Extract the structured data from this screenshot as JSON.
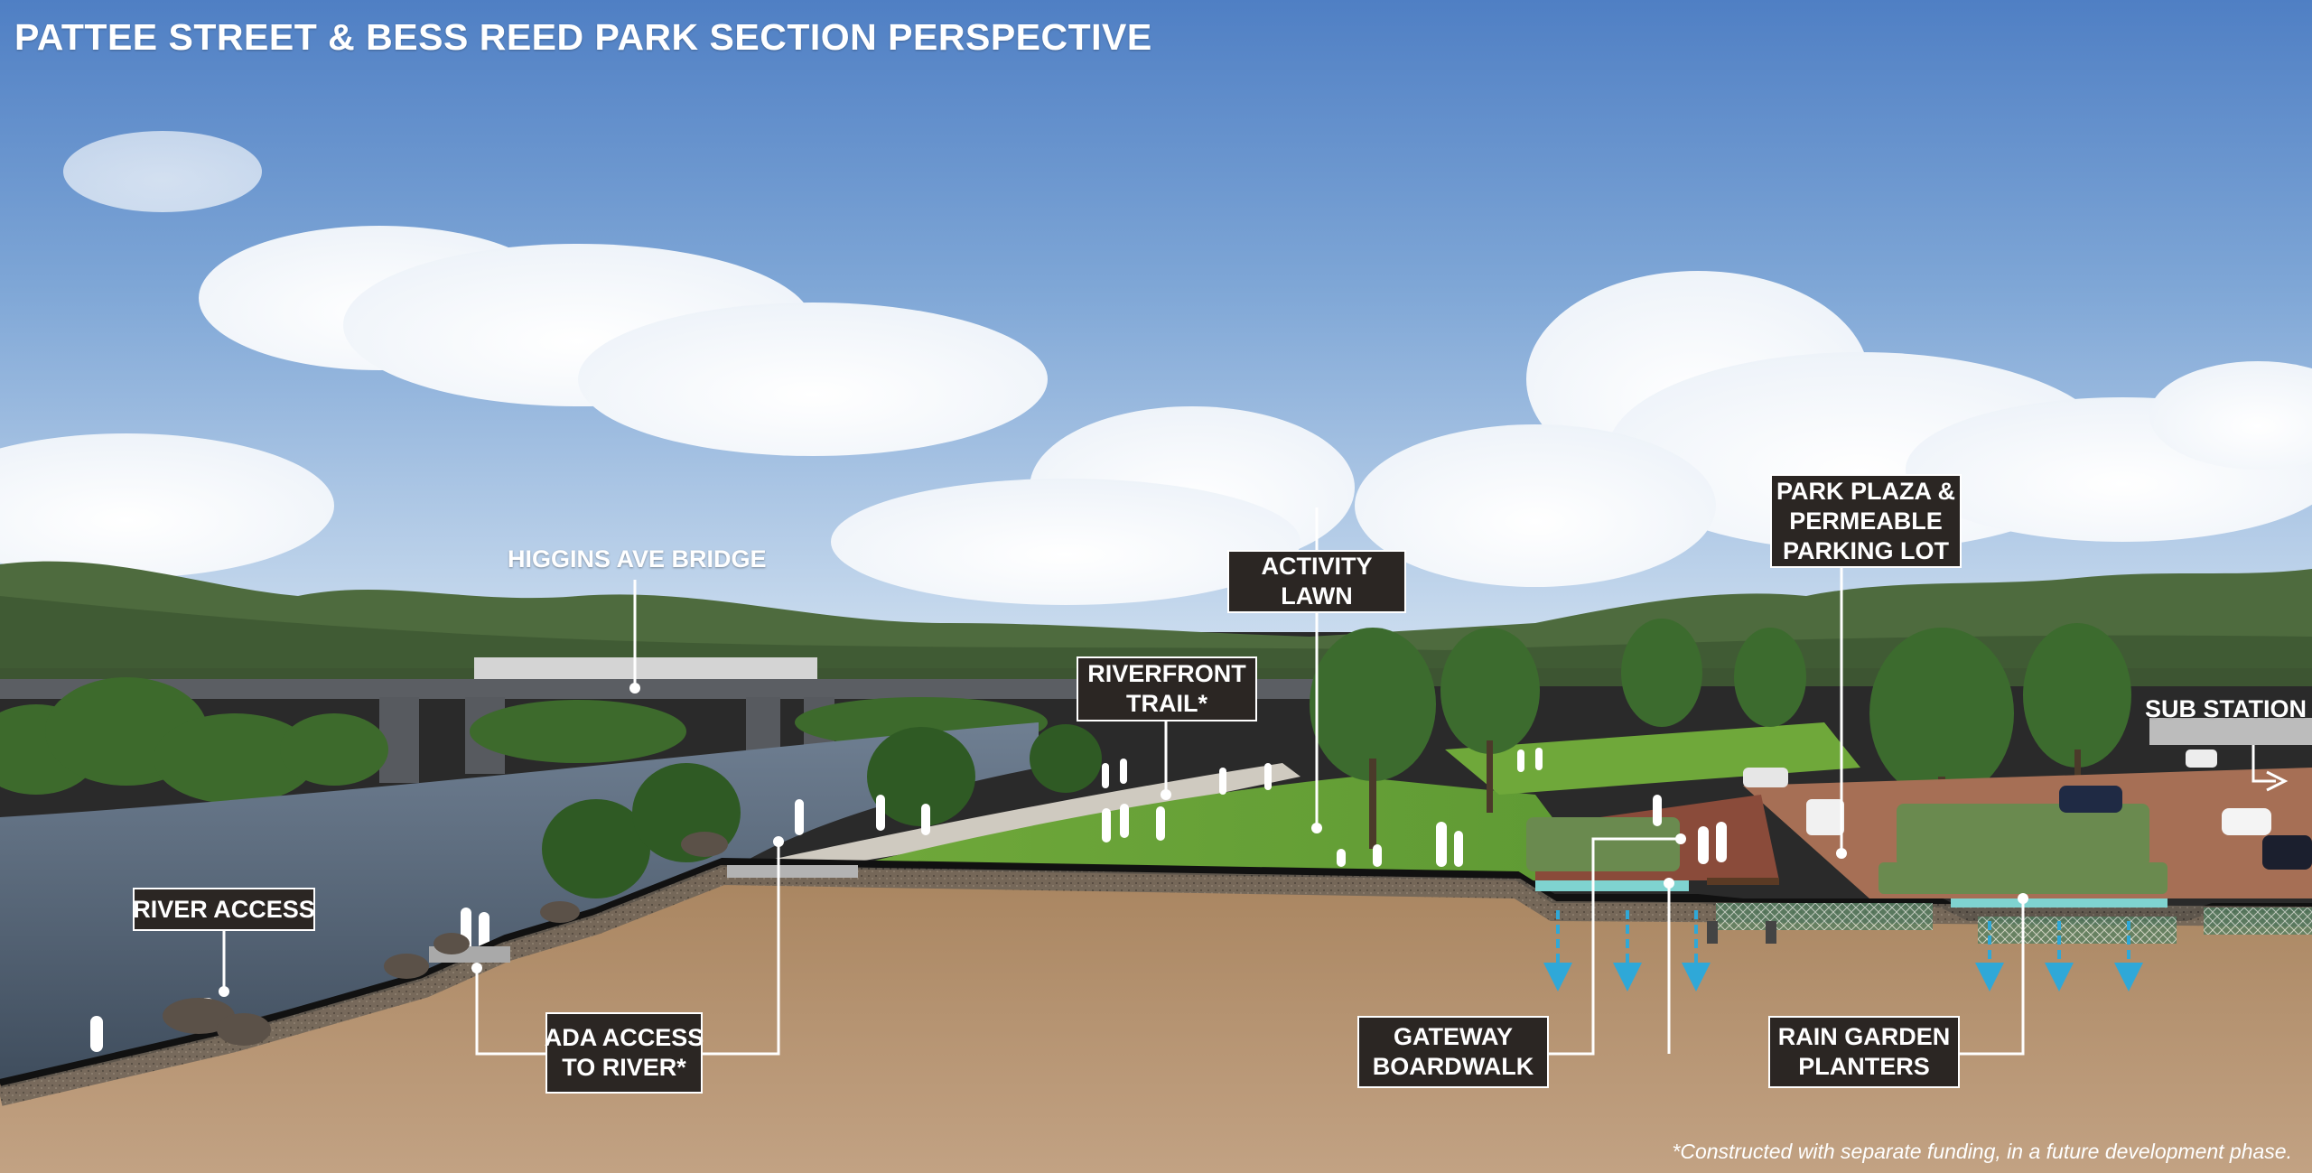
{
  "title": "PATTEE STREET & BESS REED PARK SECTION PERSPECTIVE",
  "labels": {
    "higgins_bridge": "HIGGINS AVE BRIDGE",
    "sub_station": "SUB STATION",
    "river_access": "RIVER ACCESS",
    "ada_access": [
      "ADA ACCESS",
      "TO RIVER*"
    ],
    "riverfront_trail": [
      "RIVERFRONT",
      "TRAIL*"
    ],
    "activity_lawn": [
      "ACTIVITY",
      "LAWN"
    ],
    "park_plaza": [
      "PARK PLAZA &",
      "PERMEABLE",
      "PARKING LOT"
    ],
    "gateway_boardwalk": [
      "GATEWAY",
      "BOARDWALK"
    ],
    "rain_garden": [
      "RAIN GARDEN",
      "PLANTERS"
    ]
  },
  "footnote": "*Constructed with separate funding, in a future development phase.",
  "colors": {
    "callout_bg": "#2b2623",
    "leader_line": "#ffffff",
    "water_arrow": "#2fa8d8",
    "soil": "#a88766"
  }
}
